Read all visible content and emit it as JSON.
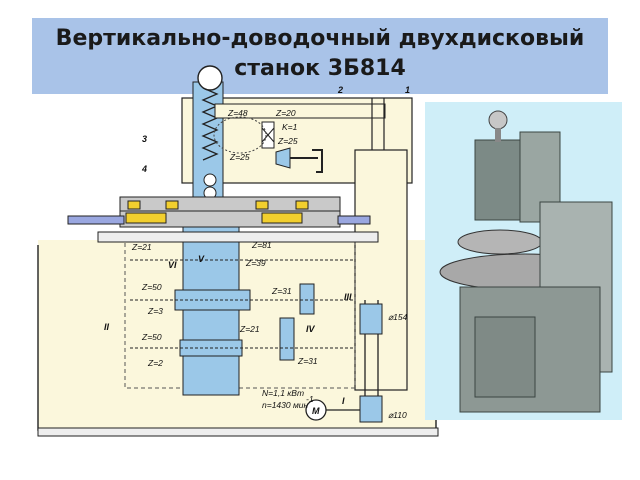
{
  "slide": {
    "title_line1": "Вертикально-доводочный двухдисковый",
    "title_line2": "станок 3Б814",
    "colors": {
      "title_bg": "#a9c3e8",
      "drawing_bg": "#fbf7dc",
      "shaft": "#9bc8e8",
      "part": "#f2cf2e",
      "photo_bg": "#cfeef8"
    }
  },
  "scheme": {
    "callouts": [
      "1",
      "2",
      "3",
      "4"
    ],
    "gear_labels": [
      "Z=48",
      "Z=20",
      "K=1",
      "Z=25",
      "Z=25",
      "Z=21",
      "Z=81",
      "Z=39",
      "Z=50",
      "Z=3",
      "Z=31",
      "Z=50",
      "Z=2",
      "Z=21",
      "Z=31"
    ],
    "shaft_numerals": [
      "V",
      "VI",
      "III",
      "II",
      "IV",
      "I"
    ],
    "pulley_diameters": [
      "⌀154",
      "⌀110"
    ],
    "motor_symbol": "M",
    "motor_power": "N=1,1 кВт",
    "motor_speed": "n=1430 мин"
  },
  "photo": {
    "icon": "machine-photo",
    "subject": "vertical lapping machine 3B814"
  }
}
